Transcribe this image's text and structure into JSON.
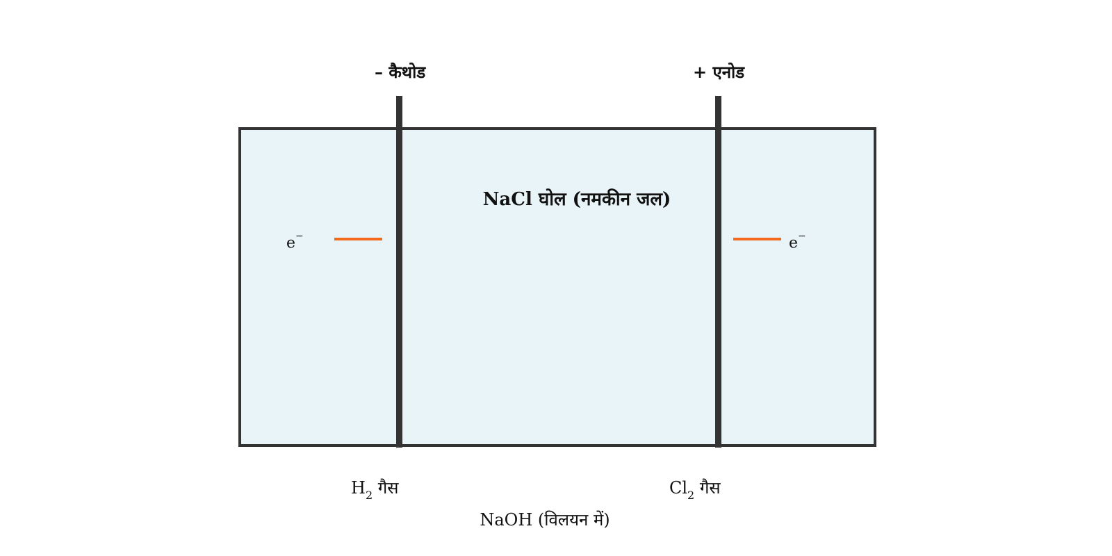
{
  "electrodes": {
    "cathode_label": "– कैथोड",
    "anode_label": "+ एनोड"
  },
  "cell": {
    "solution_label": "NaCl घोल (नमकीन जल)"
  },
  "electron_flow": {
    "left_symbol": "e",
    "left_charge": "−",
    "right_symbol": "e",
    "right_charge": "−",
    "arrow_color": "#f26b1d"
  },
  "products": {
    "cathode_gas_element": "H",
    "cathode_gas_subscript": "2",
    "cathode_gas_word": " गैस",
    "anode_gas_element": "Cl",
    "anode_gas_subscript": "2",
    "anode_gas_word": " गैस",
    "byproduct": "NaOH (विलयन में)"
  },
  "colors": {
    "solution_fill": "#e8f4f7",
    "outline": "#333333"
  }
}
